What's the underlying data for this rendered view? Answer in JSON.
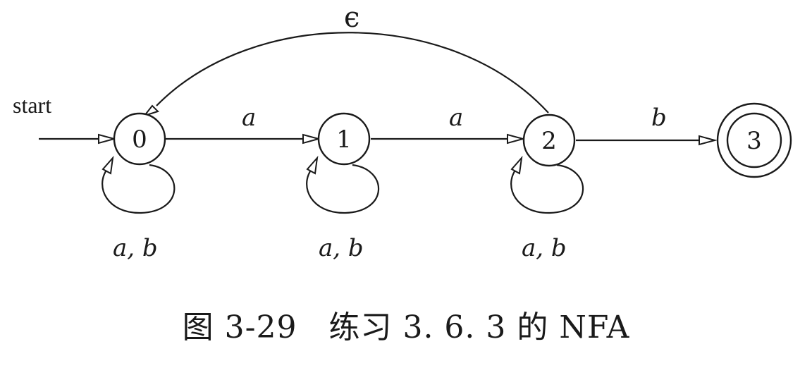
{
  "diagram": {
    "start_label": "start",
    "states": [
      {
        "id": "0",
        "accepting": false,
        "initial": true
      },
      {
        "id": "1",
        "accepting": false,
        "initial": false
      },
      {
        "id": "2",
        "accepting": false,
        "initial": false
      },
      {
        "id": "3",
        "accepting": true,
        "initial": false
      }
    ],
    "transitions": [
      {
        "from": "0",
        "to": "1",
        "label": "a"
      },
      {
        "from": "1",
        "to": "2",
        "label": "a"
      },
      {
        "from": "2",
        "to": "3",
        "label": "b"
      },
      {
        "from": "2",
        "to": "0",
        "label": "ϵ"
      },
      {
        "from": "0",
        "to": "0",
        "label": "a, b"
      },
      {
        "from": "1",
        "to": "1",
        "label": "a, b"
      },
      {
        "from": "2",
        "to": "2",
        "label": "a, b"
      }
    ]
  },
  "caption": "图 3-29　练习 3. 6. 3 的 NFA"
}
